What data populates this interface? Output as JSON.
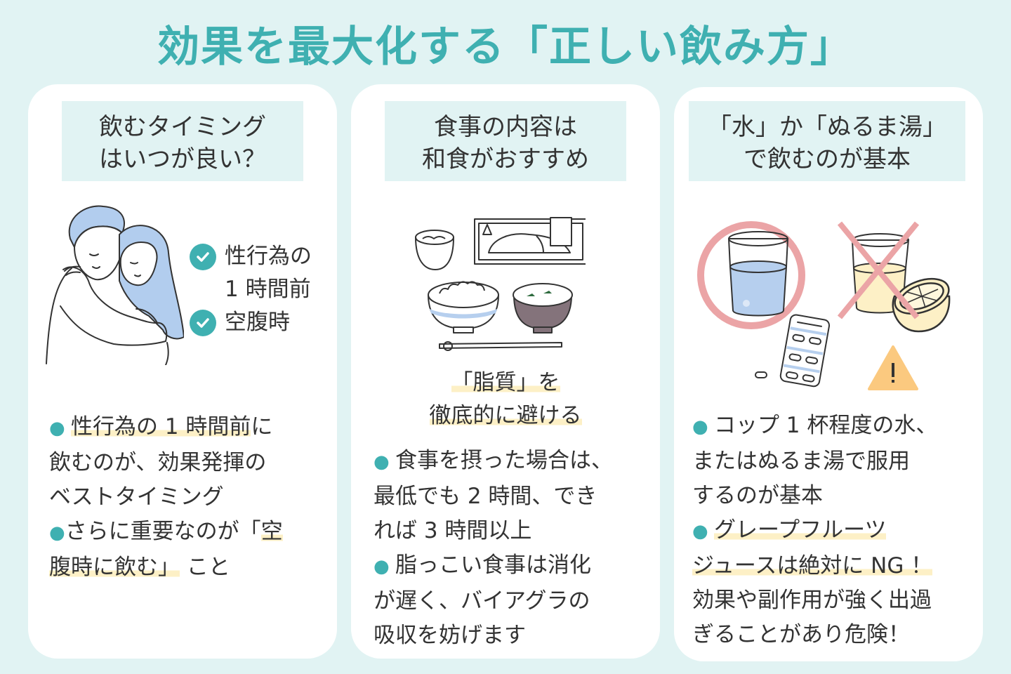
{
  "title": "効果を最大化する「正しい飲み方」",
  "colors": {
    "background": "#e1f3f3",
    "accent": "#3fb0b1",
    "highlight": "#fdf0c6",
    "ok_circle": "#eba4a6",
    "warning": "#fbc97f",
    "water": "#b6cfee",
    "hair": "#b2cdee"
  },
  "cards": [
    {
      "heading": [
        "飲むタイミング",
        "はいつが良い？"
      ],
      "illustration": "embracing-couple",
      "checklist": [
        {
          "icon": "check-circle-icon",
          "lines": [
            "性行為の",
            "1 時間前"
          ]
        },
        {
          "icon": "check-circle-icon",
          "lines": [
            "空腹時"
          ]
        }
      ],
      "body": {
        "b1_highlight": "性行為の 1 時間前",
        "b1_rest": "に",
        "b1_line2": "飲むのが、効果発揮の",
        "b1_line3": "ベストタイミング",
        "b2_pre": "さらに重要なのが「",
        "b2_hl1": "空",
        "b2_hl2": "腹時に飲む」",
        "b2_post": "こと"
      }
    },
    {
      "heading": [
        "食事の内容は",
        "和食がおすすめ"
      ],
      "illustration": "japanese-meal",
      "subheading": [
        "「脂質」を",
        "徹底的に避ける"
      ],
      "body": {
        "b1_line1": "食事を摂った場合は、",
        "b1_line2": "最低でも 2 時間、でき",
        "b1_line3": "れば 3 時間以上",
        "b2_line1": "脂っこい食事は消化",
        "b2_line2": "が遅く、バイアグラの",
        "b2_line3": "吸収を妨げます"
      }
    },
    {
      "heading": [
        "「水」か「ぬるま湯」",
        "で飲むのが基本"
      ],
      "illustration": "water-ok-grapefruit-ng",
      "body": {
        "b1_line1": "コップ 1 杯程度の水、",
        "b1_line2": "またはぬるま湯で服用",
        "b1_line3": "するのが基本",
        "b2_hl1": "グレープフルーツ",
        "b2_hl2": "ジュースは絶対に NG ！",
        "b2_line3": "効果や副作用が強く出過",
        "b2_line4": "ぎることがあり危険！"
      }
    }
  ]
}
